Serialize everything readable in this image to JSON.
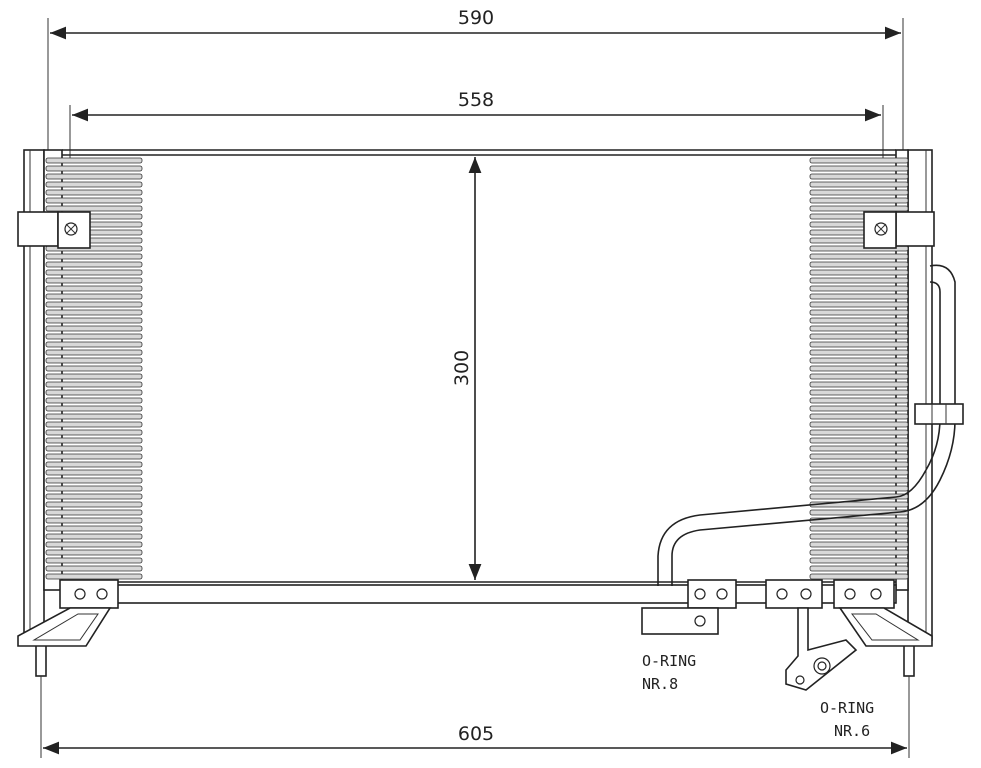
{
  "dimensions": {
    "overall_width": "590",
    "core_width": "558",
    "core_height": "300",
    "total_width": "605"
  },
  "notes": {
    "oring_1_line1": "O-RING",
    "oring_1_line2": "NR.8",
    "oring_2_line1": "O-RING",
    "oring_2_line2": "NR.6"
  }
}
